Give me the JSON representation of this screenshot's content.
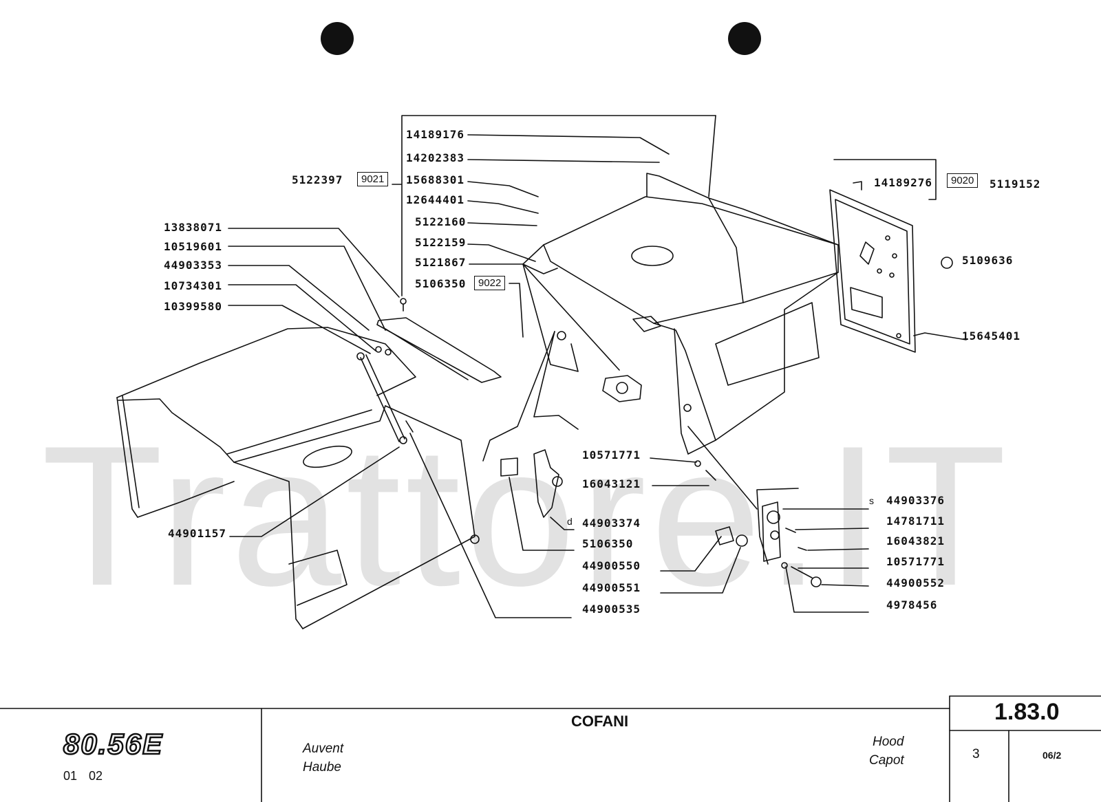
{
  "watermark": "Trattore.IT",
  "parts": {
    "p14189176": "14189176",
    "p14202383": "14202383",
    "p5122397": "5122397",
    "p15688301": "15688301",
    "p12644401": "12644401",
    "p5122160": "5122160",
    "p5122159": "5122159",
    "p5121867": "5121867",
    "p5106350a": "5106350",
    "p13838071": "13838071",
    "p10519601": "10519601",
    "p44903353": "44903353",
    "p10734301": "10734301",
    "p10399580": "10399580",
    "p14189276": "14189276",
    "p5119152": "5119152",
    "p5109636": "5109636",
    "p15645401": "15645401",
    "p10571771a": "10571771",
    "p16043121": "16043121",
    "p44903376": "44903376",
    "p44903374": "44903374",
    "p14781711": "14781711",
    "p5106350b": "5106350",
    "p16043821": "16043821",
    "p44900550": "44900550",
    "p10571771b": "10571771",
    "p44900551": "44900551",
    "p44900552": "44900552",
    "p44900535": "44900535",
    "p4978456": "4978456",
    "p44901157": "44901157"
  },
  "kits": {
    "k9021": "9021",
    "k9022": "9022",
    "k9020": "9020"
  },
  "tags": {
    "s": "s",
    "d": "d"
  },
  "titleblock": {
    "model": "80.56E",
    "codes": "01 02",
    "title": "COFANI",
    "french": "Auvent",
    "german": "Haube",
    "english": "Hood",
    "french2": "Capot",
    "section": "1.83.0",
    "sheet": "3",
    "revision": "06/2"
  }
}
